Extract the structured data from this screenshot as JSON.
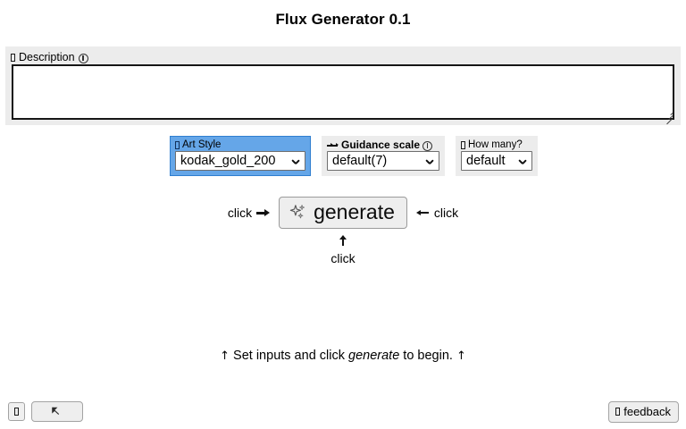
{
  "app": {
    "title": "Flux Generator 0.1"
  },
  "description": {
    "label": "Description",
    "glyph_icon": "missing-glyph-box-icon",
    "info_icon": "info-circle-icon",
    "value": "",
    "placeholder": ""
  },
  "controls": [
    {
      "key": "art_style",
      "label": "Art Style",
      "icon": "missing-glyph-box-icon",
      "has_info": false,
      "value": "kodak_gold_200",
      "selected": true,
      "options": [
        "kodak_gold_200"
      ]
    },
    {
      "key": "guidance_scale",
      "label": "Guidance scale",
      "icon": "double-arrow-icon",
      "has_info": true,
      "value": "default(7)",
      "selected": false,
      "options": [
        "default(7)"
      ]
    },
    {
      "key": "how_many",
      "label": "How many?",
      "icon": "missing-glyph-box-icon",
      "has_info": false,
      "value": "default",
      "selected": false,
      "options": [
        "default"
      ]
    }
  ],
  "generate": {
    "label": "generate",
    "icon": "sparkles-icon",
    "hint_left": "click",
    "hint_right": "click",
    "hint_below": "click",
    "arrow_left": "arrow-right-icon",
    "arrow_right": "arrow-left-icon",
    "arrow_below": "arrow-up-icon"
  },
  "status": {
    "caret_left": "↑",
    "prefix": "Set inputs and click ",
    "emphasis": "generate",
    "suffix": " to begin.",
    "caret_right": "↑"
  },
  "bottombar": {
    "settings_glyph": "missing-glyph-box-icon",
    "cursor_icon": "cursor-arrow-icon",
    "feedback_label": "feedback",
    "feedback_glyph": "missing-glyph-box-icon"
  },
  "colors": {
    "panel_bg": "#ececec",
    "selection_blue": "#65a6e8",
    "selection_border": "#2f7fd0",
    "button_bg": "#eeeeee",
    "button_border": "#a3a3a3",
    "page_bg": "#ffffff",
    "text": "#000000"
  }
}
